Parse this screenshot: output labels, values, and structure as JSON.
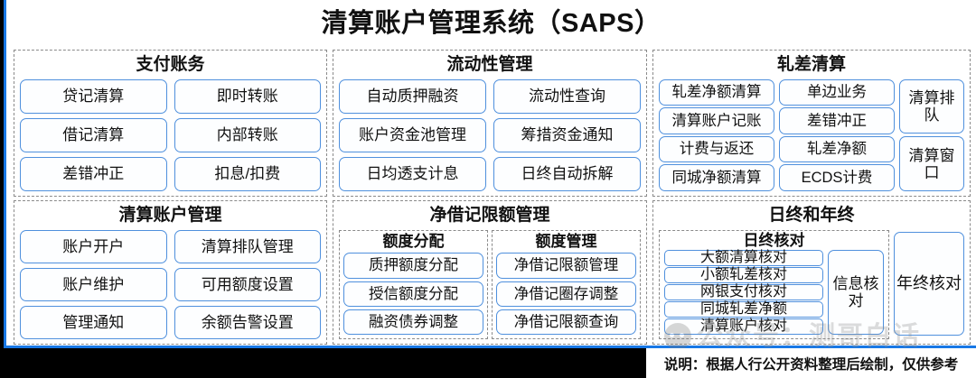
{
  "title": "清算账户管理系统（SAPS）",
  "sections": {
    "payment": {
      "title": "支付账务",
      "items": [
        "贷记清算",
        "即时转账",
        "借记清算",
        "内部转账",
        "差错冲正",
        "扣息/扣费"
      ]
    },
    "liquidity": {
      "title": "流动性管理",
      "items": [
        "自动质押融资",
        "流动性查询",
        "账户资金池管理",
        "筹措资金通知",
        "日均透支计息",
        "日终自动拆解"
      ]
    },
    "netting": {
      "title": "轧差清算",
      "main_items": [
        "轧差净额清算",
        "单边业务",
        "清算账户记账",
        "差错冲正",
        "计费与返还",
        "轧差净额",
        "同城净额清算",
        "ECDS计费"
      ],
      "side_items": [
        "清算排队",
        "清算窗口"
      ]
    },
    "account": {
      "title": "清算账户管理",
      "items": [
        "账户开户",
        "清算排队管理",
        "账户维护",
        "可用额度设置",
        "管理通知",
        "余额告警设置"
      ]
    },
    "netdebit": {
      "title": "净借记限额管理",
      "sub": [
        {
          "title": "额度分配",
          "items": [
            "质押额度分配",
            "授信额度分配",
            "融资债券调整"
          ]
        },
        {
          "title": "额度管理",
          "items": [
            "净借记限额管理",
            "净借记圈存调整",
            "净借记限额查询"
          ]
        }
      ]
    },
    "eod": {
      "title": "日终和年终",
      "inner_title": "日终核对",
      "inner_items": [
        "大额清算核对",
        "小额轧差核对",
        "网银支付核对",
        "同城轧差净额",
        "清算账户核对"
      ],
      "info_check": "信息核对",
      "year_end": "年终核对"
    }
  },
  "watermark": {
    "icon": "wechat-icon",
    "text": "公众号：测哥白话"
  },
  "footer": {
    "note": "说明：根据人行公开资料整理后绘制，仅供参考"
  },
  "colors": {
    "frame_blue": "#1878e6",
    "box_border": "#4f90dd",
    "section_dash": "#8a8a8a",
    "text": "#111111",
    "footer_bg": "#000000"
  }
}
